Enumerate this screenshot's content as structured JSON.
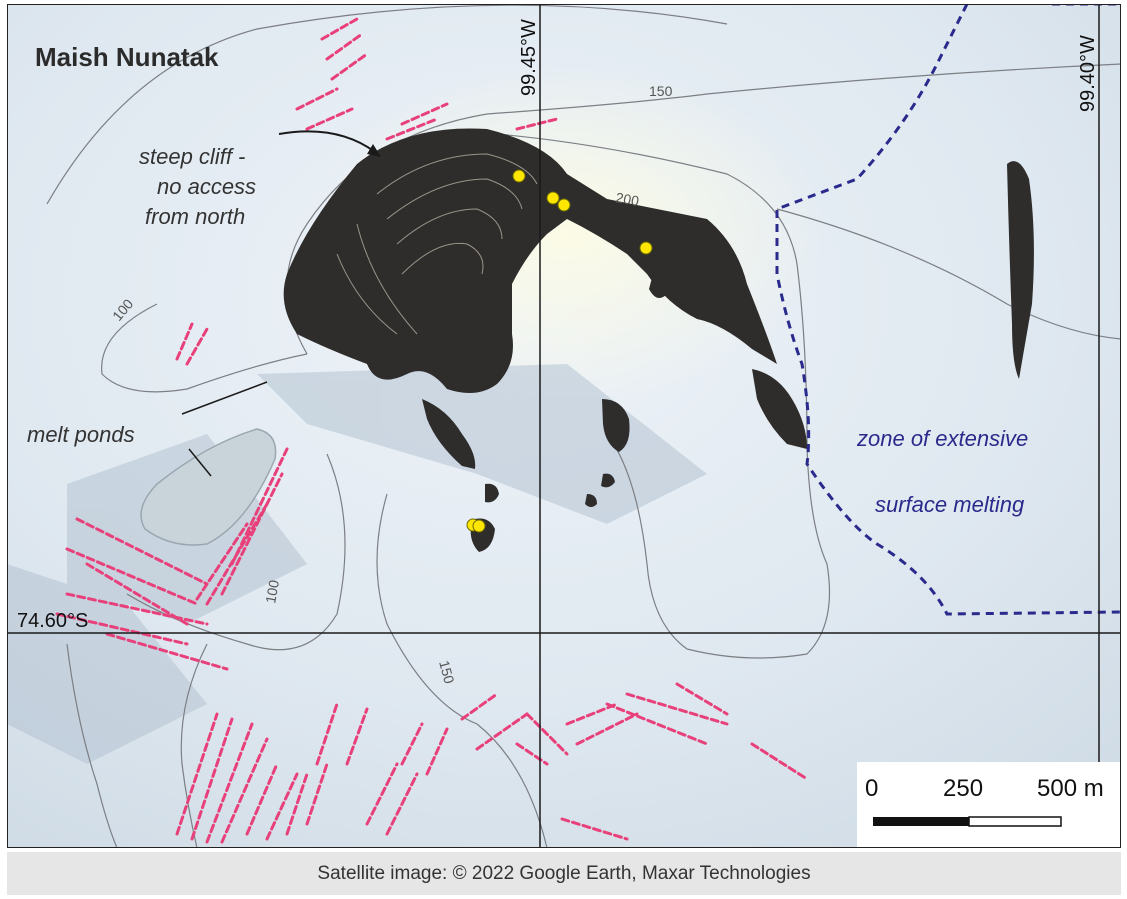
{
  "map": {
    "title": "Maish Nunatak",
    "annotations": {
      "cliff_line1": "steep cliff -",
      "cliff_line2": "no access",
      "cliff_line3": "from north",
      "melt_ponds": "melt ponds",
      "zone_line1": "zone of extensive",
      "zone_line2": "surface melting"
    },
    "graticule": {
      "lon_west": "99.45°W",
      "lon_east": "99.40°W",
      "lat": "74.60°S"
    },
    "contour_labels": {
      "c150_top": "150",
      "c200": "200",
      "c100_left": "100",
      "c100_bottom": "100",
      "c150_bottom": "150"
    },
    "scale_bar": {
      "label_0": "0",
      "label_250": "250",
      "label_500": "500 m"
    },
    "colors": {
      "snow": "#dde6ee",
      "rock": "#2e2e2e",
      "crevasse": "#e8407a",
      "melt_zone_line": "#2a2a8c",
      "sample_point": "#ffe600"
    },
    "icons": [
      "sample-point-icon",
      "pointer-arrow-icon"
    ]
  },
  "caption": "Satellite image: © 2022 Google Earth, Maxar Technologies"
}
